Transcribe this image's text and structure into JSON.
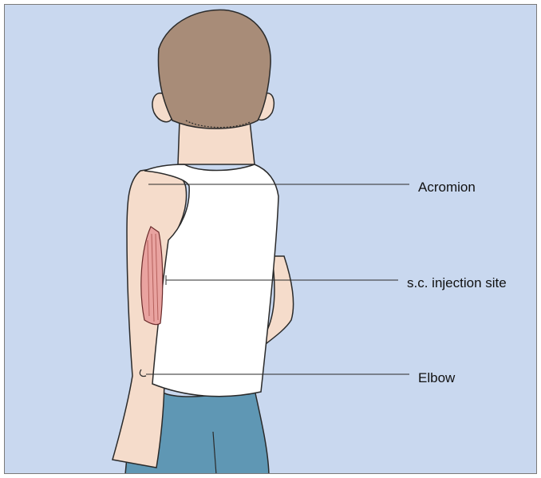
{
  "labels": {
    "acromion": "Acromion",
    "injection_site": "s.c. injection site",
    "elbow": "Elbow"
  },
  "colors": {
    "background": "#c9d8ef",
    "skin": "#f5dccb",
    "hair": "#a88c78",
    "shirt": "#ffffff",
    "shorts": "#5f97b4",
    "muscle": "#e9a3a0",
    "outline": "#2a2a2a"
  }
}
